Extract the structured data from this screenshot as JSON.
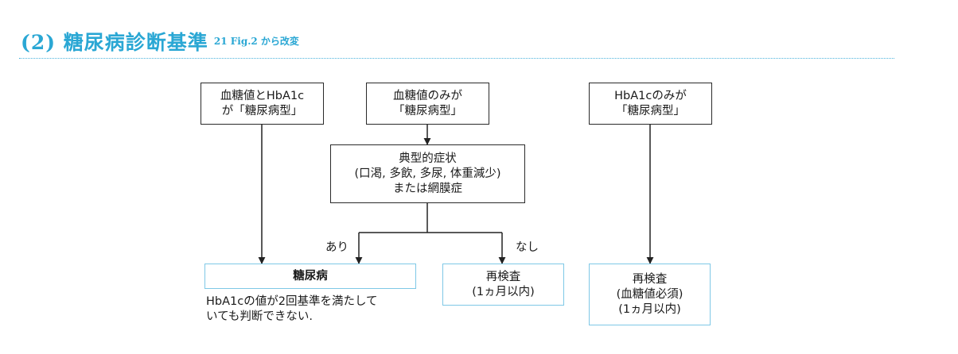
{
  "heading": {
    "title": "(2) 糖尿病診断基準",
    "reference": "21 Fig.2 から改変"
  },
  "nodes": {
    "both": {
      "line1": "血糖値とHbA1c",
      "line2": "が「糖尿病型」"
    },
    "glucose_only": {
      "line1": "血糖値のみが",
      "line2": "「糖尿病型」"
    },
    "hba1c_only": {
      "line1": "HbA1cのみが",
      "line2": "「糖尿病型」"
    },
    "symptoms": {
      "line1": "典型的症状",
      "line2": "(口渇, 多飲, 多尿, 体重減少)",
      "line3": "または網膜症"
    },
    "diabetes": {
      "label": "糖尿病"
    },
    "recheck_1": {
      "line1": "再検査",
      "line2": "(1ヵ月以内)"
    },
    "recheck_2": {
      "line1": "再検査",
      "line2": "(血糖値必須)",
      "line3": "(1ヵ月以内)"
    }
  },
  "edge_labels": {
    "yes": "あり",
    "no": "なし"
  },
  "notes": {
    "hba1c_twice": {
      "line1": "HbA1cの値が2回基準を満たして",
      "line2": "いても判断できない."
    }
  },
  "colors": {
    "heading": "#2aa7d4",
    "outcome_border": "#7ec8e6",
    "line": "#222222"
  }
}
